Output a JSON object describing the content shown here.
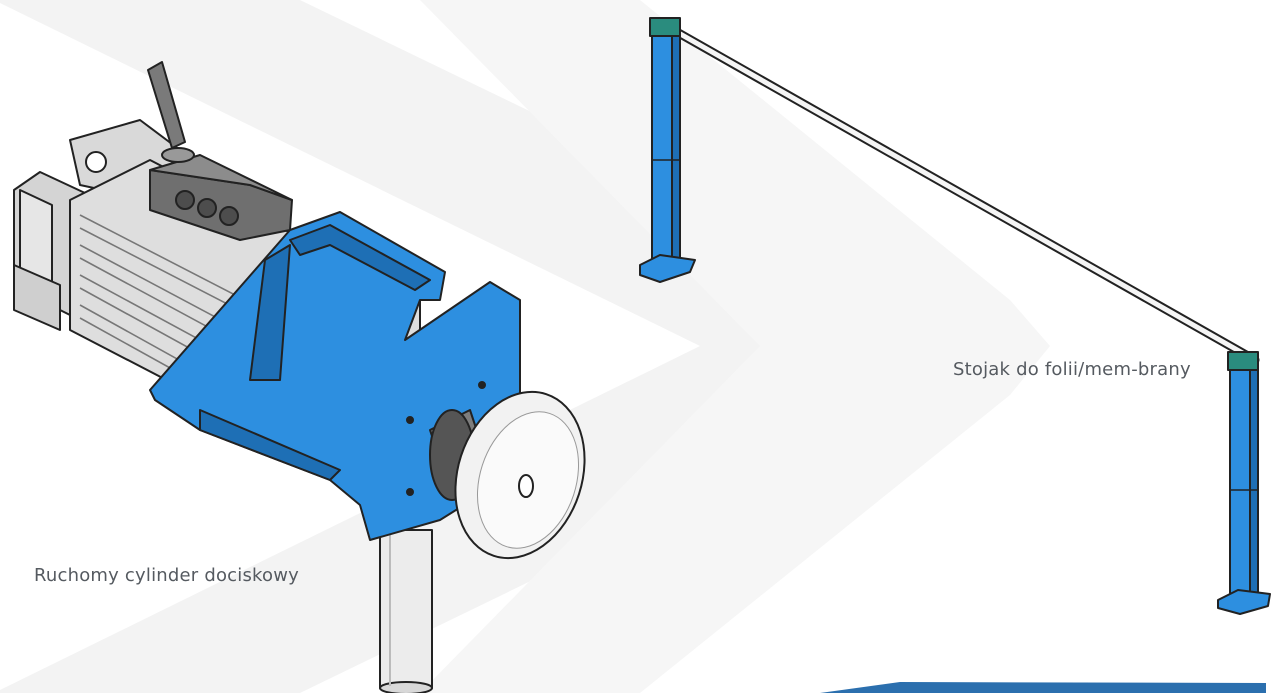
{
  "captions": {
    "cylinder": "Ruchomy cylinder dociskowy",
    "stand": "Stojak do folii/mem-brany"
  },
  "colors": {
    "accent_blue": "#2d8fe0",
    "dark_blue": "#1e6fb5",
    "steel_light": "#e8e8e8",
    "steel_mid": "#bdbdbd",
    "steel_dark": "#6e6e6e",
    "chevron": "#f3f3f3"
  },
  "icons": [
    "pneumatic-cylinder-illustration",
    "film-membrane-stand-illustration",
    "chevron-background"
  ]
}
